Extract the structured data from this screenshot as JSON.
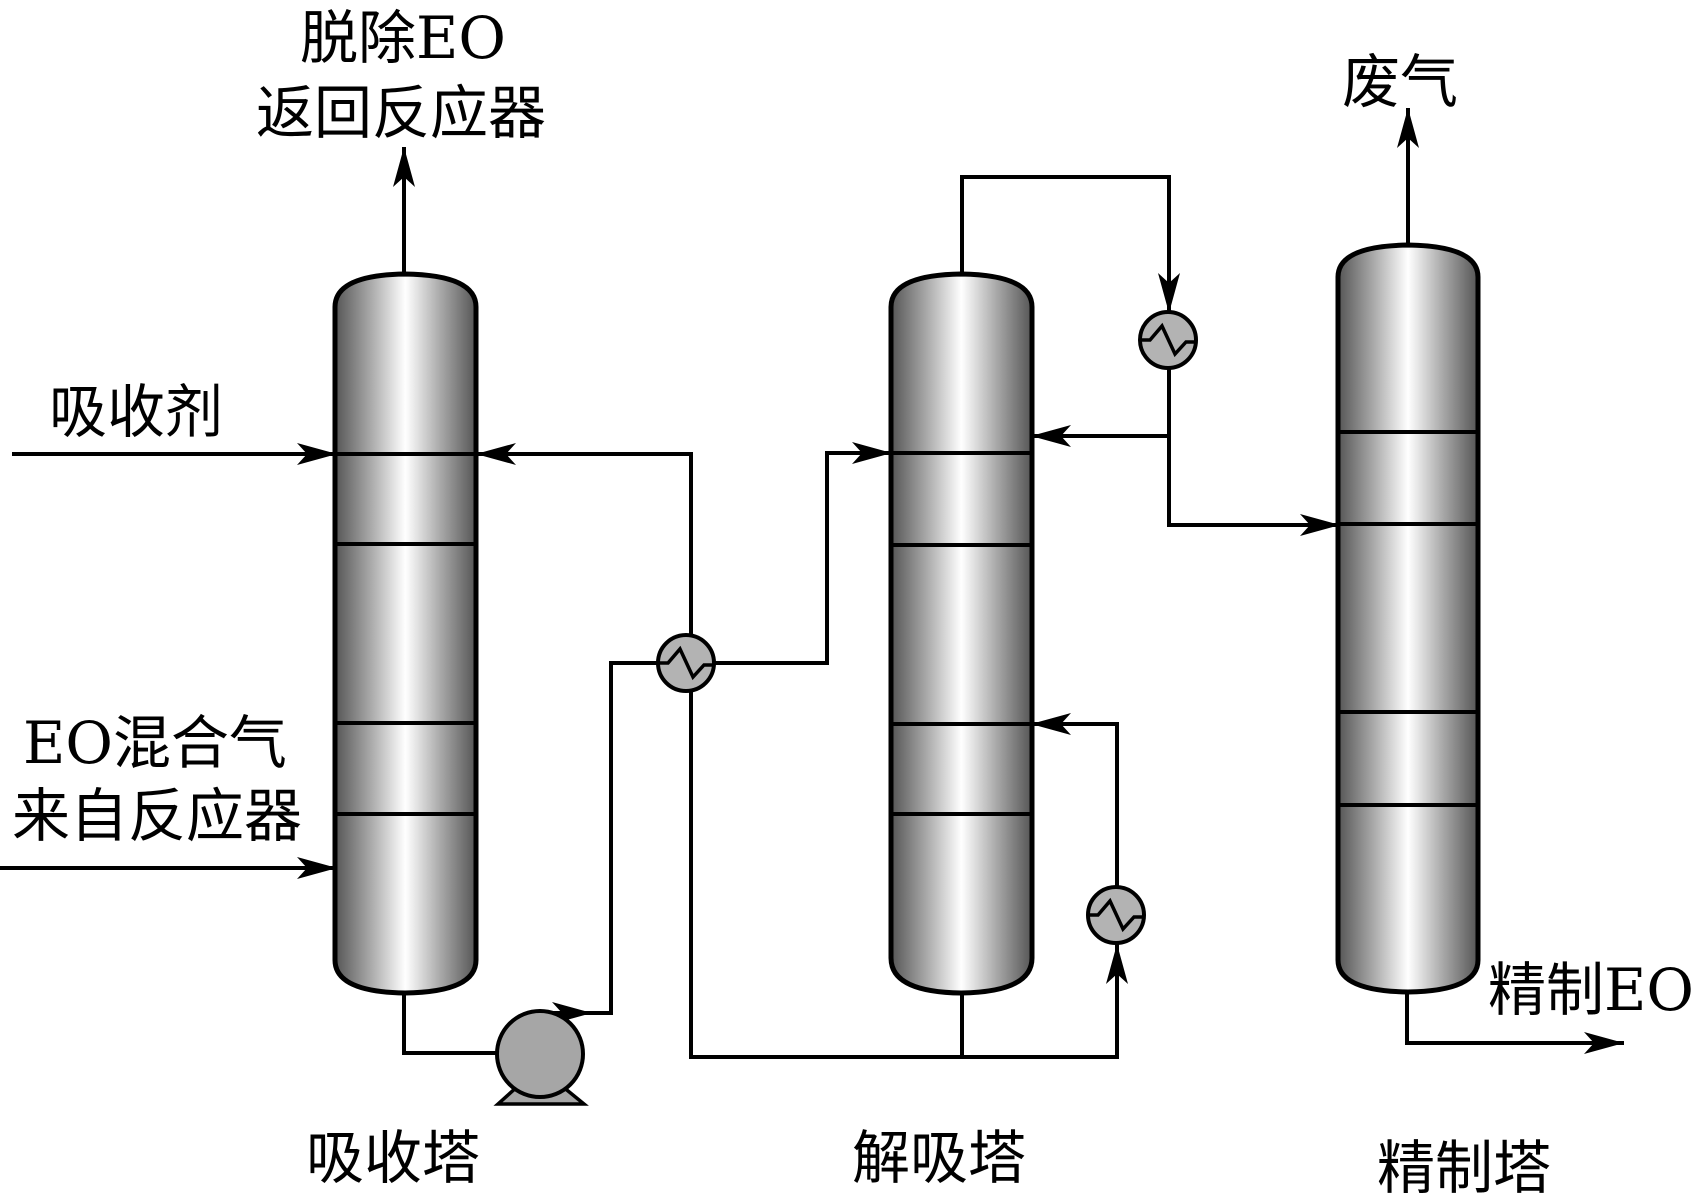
{
  "diagram": {
    "type": "process-flow-diagram",
    "subject": "EO absorption / desorption / refining",
    "colors": {
      "line": "#000000",
      "column_dark": "#5a5a5a",
      "column_light": "#ffffff",
      "equipment_fill": "#b3b3b3",
      "pump_fill": "#a6a6a6"
    },
    "units": [
      {
        "id": "absorber",
        "label": "吸收塔",
        "trays": 4
      },
      {
        "id": "desorber",
        "label": "解吸塔",
        "trays": 4
      },
      {
        "id": "refiner",
        "label": "精制塔",
        "trays": 4
      }
    ],
    "streams": {
      "absorber_top_out": {
        "line1": "脱除EO",
        "line2": "返回反应器"
      },
      "absorbent_in": {
        "label": "吸收剂"
      },
      "eo_gas_in": {
        "line1": "EO混合气",
        "line2": "来自反应器"
      },
      "waste_gas_out": {
        "label": "废气"
      },
      "product_out": {
        "label": "精制EO"
      }
    },
    "equipment": [
      {
        "id": "pump",
        "type": "centrifugal-pump"
      },
      {
        "id": "cross-exchanger",
        "type": "heat-exchanger"
      },
      {
        "id": "condenser",
        "type": "heat-exchanger"
      },
      {
        "id": "reboiler",
        "type": "heat-exchanger"
      }
    ]
  }
}
